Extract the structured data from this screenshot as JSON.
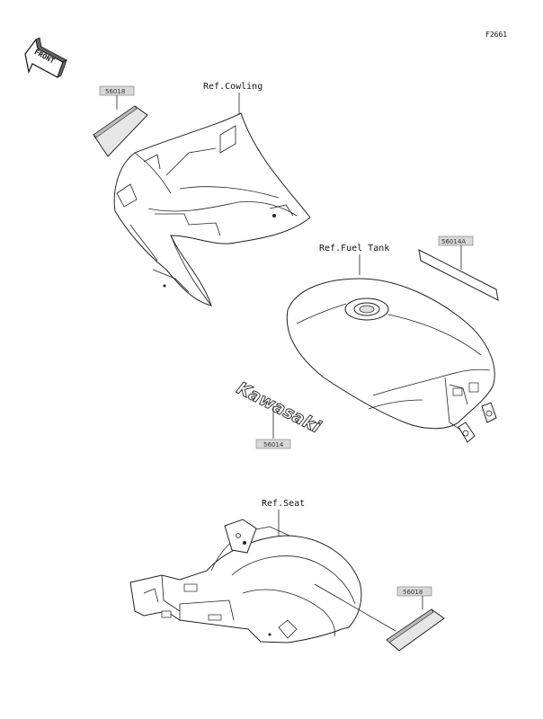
{
  "figure_code": "F2661",
  "front_label": "FRONT",
  "references": {
    "cowling": "Ref.Cowling",
    "fuel_tank": "Ref.Fuel Tank",
    "seat": "Ref.Seat"
  },
  "part_numbers": {
    "label_cowling": "56018",
    "label_tank_strip": "56014A",
    "emblem": "56014",
    "label_seat": "56018"
  },
  "emblem_text": "Kawasaki"
}
